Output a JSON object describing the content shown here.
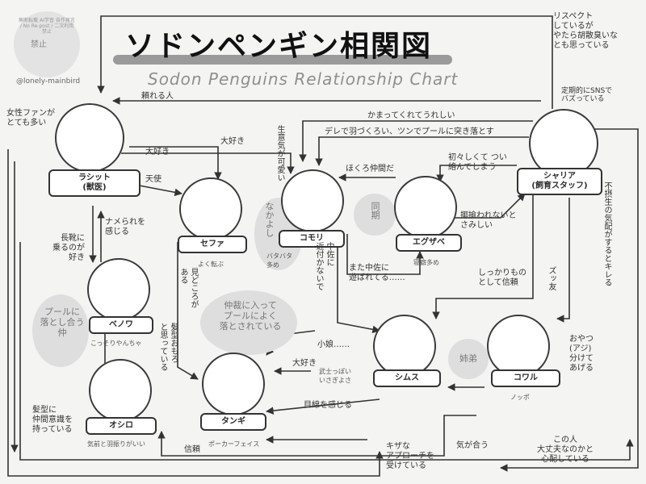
{
  "title": {
    "jp": "ソドンペンギン相関図",
    "en": "Sodon Penguins Relationship Chart"
  },
  "stamp": {
    "main": "禁止",
    "text": "無断転載 AI学習 自作発言 / No Re-post / 二次利用禁止",
    "handle": "@lonely-mainbird"
  },
  "groups": [
    {
      "id": "nakayoshi",
      "text": "なかよし"
    },
    {
      "id": "douki",
      "text": "同期"
    },
    {
      "id": "puru",
      "text": "プールに\n落とし合う仲"
    },
    {
      "id": "chusai",
      "text": "仲裁に入って\nプールによく\n落とされている"
    },
    {
      "id": "shitei",
      "text": "姉弟"
    }
  ],
  "characters": [
    {
      "id": "rashitto",
      "name": "ラシット\n(獣医)",
      "note": "女性ファンが\nとても多い",
      "caption": ""
    },
    {
      "id": "sefa",
      "name": "セファ",
      "caption": "よく転ぶ"
    },
    {
      "id": "komori",
      "name": "コモリ",
      "caption": "バタバタ\n多め"
    },
    {
      "id": "eguzabe",
      "name": "エグザベ",
      "caption": "寝癖多め"
    },
    {
      "id": "sharia",
      "name": "シャリア\n(飼育スタッフ)",
      "note": "定期的にSNSで\nバズっている",
      "caption": ""
    },
    {
      "id": "benowa",
      "name": "ベノワ",
      "caption": "こっそりやんちゃ"
    },
    {
      "id": "tangi",
      "name": "タンギ",
      "caption": "ポーカーフェイス"
    },
    {
      "id": "oshiro",
      "name": "オシロ",
      "caption": "気前と羽振りがいい"
    },
    {
      "id": "shimusu",
      "name": "シムス",
      "caption": "武士っぽい\nいさぎよさ"
    },
    {
      "id": "kowaru",
      "name": "コワル",
      "caption": "ノッポ"
    }
  ],
  "relations": {
    "top_right": "リスペクト\nしているが\nやたら胡散臭いな\nとも思っている",
    "tayoreru": "頼れる人",
    "kamatte": "かまってくれてうれしい",
    "dere": "デレで羽づくろい、ツンでプールに突き落とす",
    "daisuki1": "大好き",
    "daisuki2": "大好き",
    "namaiki": "生意気が可愛い",
    "hokuro": "ほくろ仲間だ",
    "hatsuhatsu": "初々しくて つい\n絡んでしまう",
    "tenshi": "天使",
    "yayu": "揶揄われないと\nさみしい",
    "namerare": "ナメられを\n感じる",
    "nagai": "長靴に\n乗るのが\n好き",
    "mimidokoro": "見どころが\nある",
    "chusa_chikazu": "中佐に\n近付かないで",
    "mata_chusa": "また中佐に\n遊ばれてる……",
    "shikkari": "しっかりもの\nとして信頼",
    "zuttomo": "ズッ友",
    "fusessei": "不摂生の気配がするとキレる",
    "kamigata1": "髪型おもろ\nと思っている",
    "komusume": "小娘……",
    "daisuki3": "大好き",
    "oyatsu": "おやつ\n(アジ)\n分けて\nあげる",
    "kamigata2": "髪型に\n仲間意識を\n持っている",
    "shinrai": "信頼",
    "shisen": "目線を感じる",
    "kiza": "キザな\nアプローチを\n受けている",
    "kigaau": "気が合う",
    "daijoubu": "この人\n大丈夫なのかと\n心配している"
  }
}
